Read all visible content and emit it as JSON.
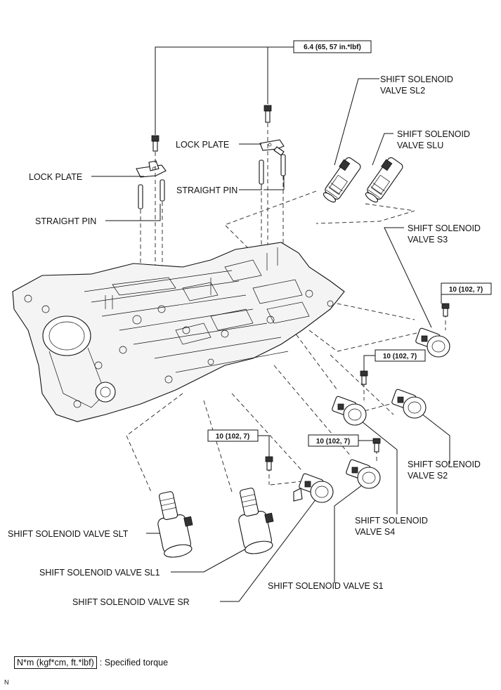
{
  "labels": {
    "lock_plate_left": "LOCK PLATE",
    "straight_pin_left": "STRAIGHT PIN",
    "lock_plate_right": "LOCK PLATE",
    "straight_pin_right": "STRAIGHT PIN",
    "sl2_line1": "SHIFT SOLENOID",
    "sl2_line2": "VALVE SL2",
    "slu_line1": "SHIFT SOLENOID",
    "slu_line2": "VALVE SLU",
    "s3_line1": "SHIFT SOLENOID",
    "s3_line2": "VALVE S3",
    "s2_line1": "SHIFT SOLENOID",
    "s2_line2": "VALVE S2",
    "s4_line1": "SHIFT SOLENOID",
    "s4_line2": "VALVE S4",
    "s1": "SHIFT SOLENOID VALVE S1",
    "slt": "SHIFT SOLENOID VALVE SLT",
    "sl1": "SHIFT SOLENOID VALVE SL1",
    "sr": "SHIFT SOLENOID VALVE SR"
  },
  "torques": {
    "top": "6.4 (65, 57 in.*lbf)",
    "s3": "10 (102, 7)",
    "s4": "10 (102, 7)",
    "s1": "10 (102, 7)",
    "sr": "10 (102, 7)"
  },
  "legend": {
    "unit": "N*m (kgf*cm, ft.*lbf)",
    "text": ": Specified torque"
  },
  "reference_mark": "N"
}
